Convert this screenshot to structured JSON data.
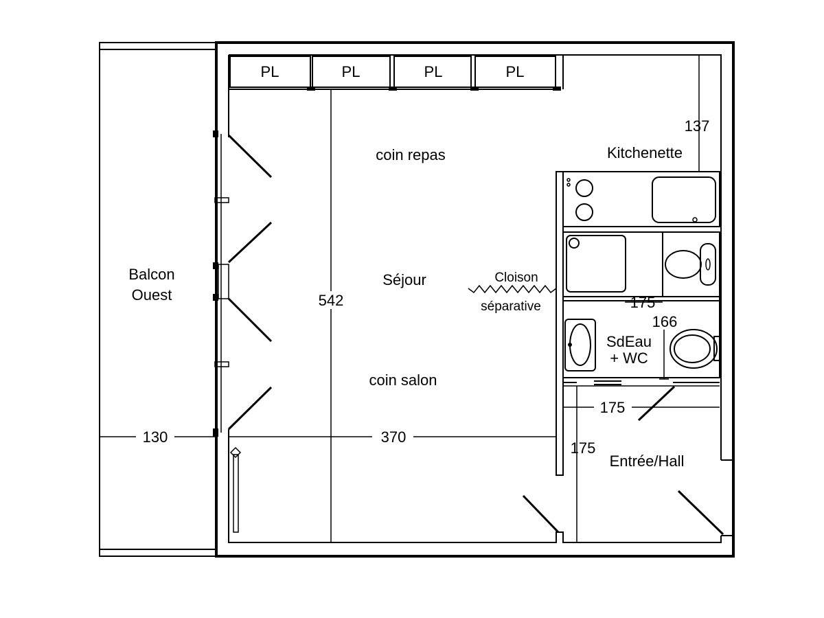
{
  "rooms": {
    "balcony_line1": "Balcon",
    "balcony_line2": "Ouest",
    "dining": "coin repas",
    "living": "Séjour",
    "lounge": "coin salon",
    "kitchen": "Kitchenette",
    "bathroom_line1": "SdEau",
    "bathroom_line2": "+ WC",
    "hall": "Entrée/Hall"
  },
  "cupboards": [
    "PL",
    "PL",
    "PL",
    "PL"
  ],
  "partition": {
    "line1": "Cloison",
    "line2": "séparative"
  },
  "dimensions": {
    "living_depth": "542",
    "living_width": "370",
    "balcony_width": "130",
    "kitchen_depth": "137",
    "bathroom_width": "175",
    "bathroom_depth": "166",
    "hall_width": "175",
    "hall_depth": "175"
  }
}
